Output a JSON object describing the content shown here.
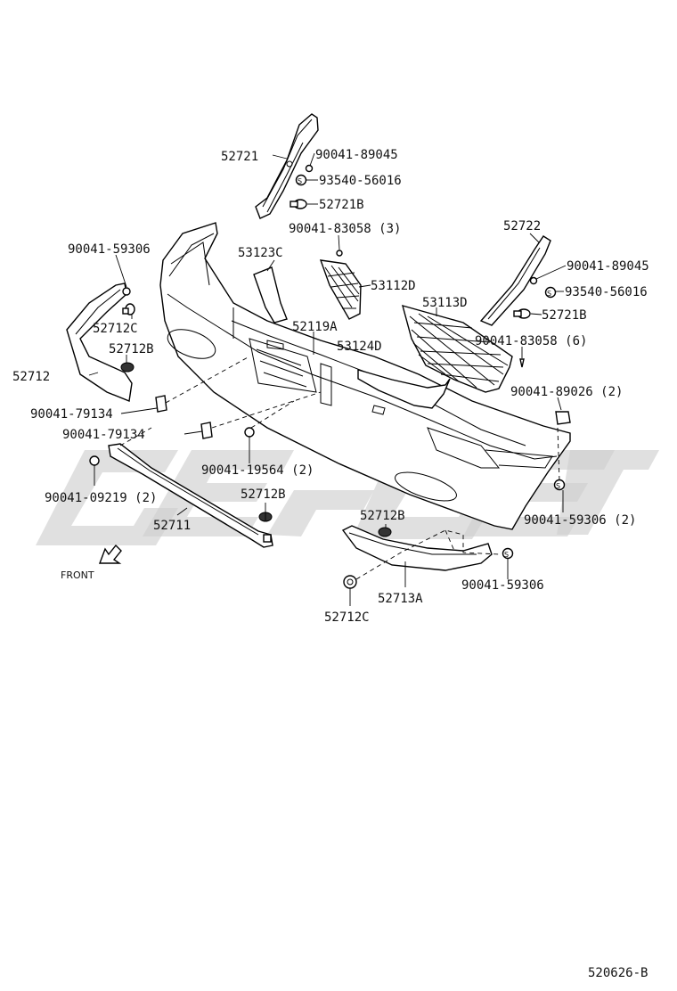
{
  "diagram_code": "520626-B",
  "front_label": "FRONT",
  "parts": {
    "p52721": "52721",
    "p90041_89045_top": "90041-89045",
    "p93540_56016_top": "93540-56016",
    "p52721B_top": "52721B",
    "p90041_83058_3": "90041-83058 (3)",
    "p52722": "52722",
    "p90041_59306_left": "90041-59306",
    "p53123C": "53123C",
    "p53112D": "53112D",
    "p90041_89045_right": "90041-89045",
    "p93540_56016_right": "93540-56016",
    "p53113D": "53113D",
    "p52721B_right": "52721B",
    "p52712C_left": "52712C",
    "p52119A": "52119A",
    "p52712B_left": "52712B",
    "p53124D": "53124D",
    "p90041_83058_6": "90041-83058 (6)",
    "p52712": "52712",
    "p90041_89026_2": "90041-89026 (2)",
    "p90041_79134_a": "90041-79134",
    "p90041_79134_b": "90041-79134",
    "p90041_19564_2": "90041-19564 (2)",
    "p90041_09219_2": "90041-09219 (2)",
    "p90041_59306_2": "90041-59306 (2)",
    "p52712B_mid": "52712B",
    "p52711": "52711",
    "p52712B_right": "52712B",
    "p90041_59306_bottom": "90041-59306",
    "p52713A": "52713A",
    "p52712C_bottom": "52712C"
  },
  "watermark_color": "#cfcfcf"
}
